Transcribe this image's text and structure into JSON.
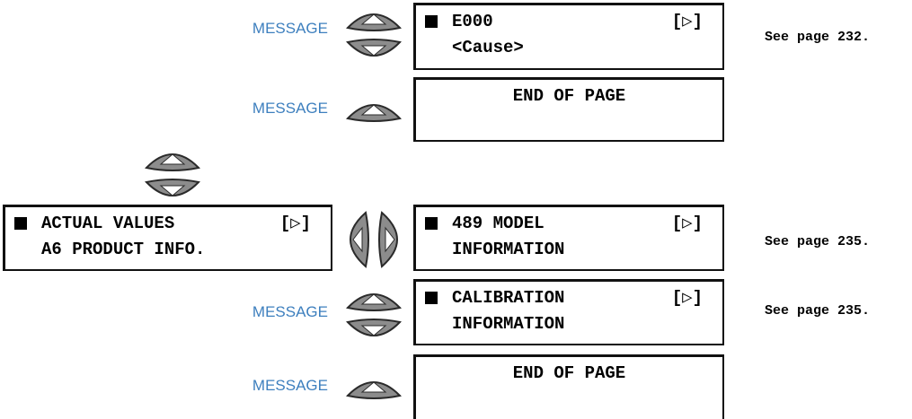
{
  "message_label": "MESSAGE",
  "play_glyph": "[▷]",
  "key_colors": {
    "fill": "#8c8c8c",
    "stroke": "#2a2a2a",
    "arrow": "#ffffff"
  },
  "screens": {
    "error_e000": {
      "line1": "E000",
      "line2": "<Cause>",
      "has_arrow": true
    },
    "end_of_page_1": {
      "line1": "END OF PAGE"
    },
    "actual_values": {
      "line1": "ACTUAL VALUES",
      "line2": "A6 PRODUCT INFO.",
      "has_arrow": true
    },
    "model_info": {
      "line1": "489 MODEL",
      "line2": "INFORMATION",
      "has_arrow": true
    },
    "calibration_info": {
      "line1": "CALIBRATION",
      "line2": "INFORMATION",
      "has_arrow": true
    },
    "end_of_page_2": {
      "line1": "END OF PAGE"
    }
  },
  "notes": {
    "e000": "See page 232.",
    "model": "See page 235.",
    "calibration": "See page 235."
  }
}
